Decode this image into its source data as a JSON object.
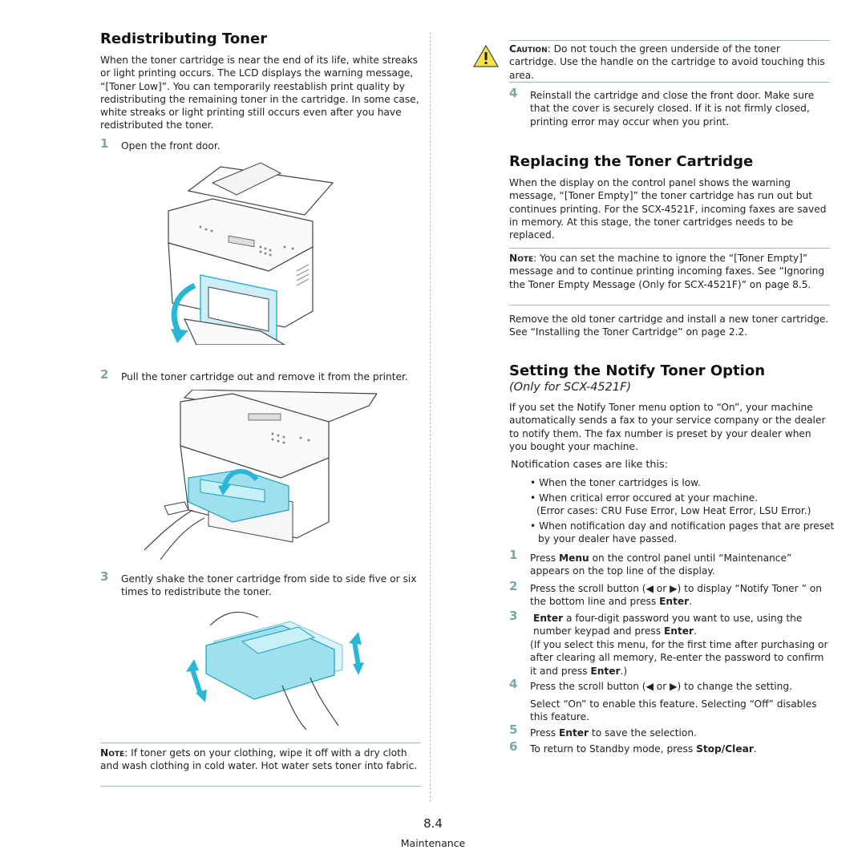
{
  "left": {
    "heading": "Redistributing Toner",
    "intro": "When the toner cartridge is near the end of its life, white streaks or light printing occurs. The LCD displays the warning message, “[Toner Low]”. You can temporarily reestablish print quality by redistributing the remaining toner in the cartridge. In some case, white streaks or light printing still occurs even after you have redistributed the toner.",
    "steps": [
      {
        "num": "1",
        "text": "Open the front door."
      },
      {
        "num": "2",
        "text": "Pull the toner cartridge out and remove it from the printer."
      },
      {
        "num": "3",
        "text": "Gently shake the toner cartridge from side to side five or six times to redistribute the toner."
      }
    ],
    "note_label": "Note",
    "note_text": ": If toner gets on your clothing, wipe it off with a dry cloth and wash clothing in cold water. Hot water sets toner into fabric."
  },
  "right": {
    "caution_label": "Caution",
    "caution_text": ": Do not touch the green underside of the toner cartridge. Use the handle on the cartridge to avoid touching this area.",
    "step4": {
      "num": "4",
      "text": "Reinstall the cartridge and close the front door. Make sure that the cover is securely closed. If it is not firmly closed, printing error may occur when you print."
    },
    "replace_heading": "Replacing the Toner Cartridge",
    "replace_text": "When the display on the control panel shows the warning message, “[Toner Empty]” the toner cartridge has run out but continues printing. For the SCX-4521F, incoming faxes are saved in memory. At this stage, the toner cartridges needs to be replaced.",
    "note_label": "Note",
    "note_text": ": You can set the machine to ignore the “[Toner Empty]” message and to continue printing incoming faxes. See “Ignoring the Toner Empty Message (Only for SCX-4521F)” on page 8.5.",
    "remove_text": "Remove the old toner cartridge and install a new toner cartridge. See “Installing the Toner Cartridge” on page 2.2.",
    "notify_heading": "Setting the Notify Toner Option",
    "notify_sub": "Only for SCX-4521F)",
    "notify_text": "If you set the Notify Toner menu option to “On”, your machine automatically sends a fax to your service company or the dealer to notify them. The fax number is preset by your dealer when you bought your machine.",
    "cases_title": "Notification cases are like this:",
    "bullets": [
      "When the toner cartridges is low.",
      "When critical error occured at your machine.",
      "When notification day and notification pages that are preset by your dealer have passed."
    ],
    "error_cases": "(Error cases: CRU Fuse Error, Low Heat Error, LSU Error.)",
    "steps": [
      {
        "num": "1",
        "pre": "Press ",
        "bold": "Menu",
        "post": " on the control panel until “Maintenance” appears on the top line of the display."
      },
      {
        "num": "2",
        "pre": "Press the scroll button (",
        "mid": " or ",
        "post": ") to display “Notify Toner ” on the bottom line and press ",
        "bold2": "Enter",
        "end": "."
      },
      {
        "num": "3",
        "bold": "Enter",
        "post": " a four-digit password you want to use, using the number keypad and press ",
        "bold2": "Enter",
        "end": "."
      },
      {
        "num": "4",
        "pre": "Press the scroll button (",
        "mid": " or ",
        "post": ") to change the setting."
      },
      {
        "num": "5",
        "pre": "Press ",
        "bold": "Enter",
        "post": " to save the selection."
      },
      {
        "num": "6",
        "pre": "To return to Standby mode, press ",
        "bold": "Stop/Clear",
        "post": "."
      }
    ],
    "step3_extra_pre": "(If you select this menu, for the first time after purchasing or after clearing all memory, Re-enter the password to confirm it and press ",
    "step3_extra_bold": "Enter",
    "step3_extra_post": ".)",
    "step4_extra": "Select “On” to enable this feature. Selecting “Off” disables this feature."
  },
  "page": {
    "number": "8.4",
    "section": "Maintenance"
  },
  "colors": {
    "accent": "#78a7a8",
    "cyan": "#2bb5d6",
    "rule": "#9bbcbc"
  }
}
